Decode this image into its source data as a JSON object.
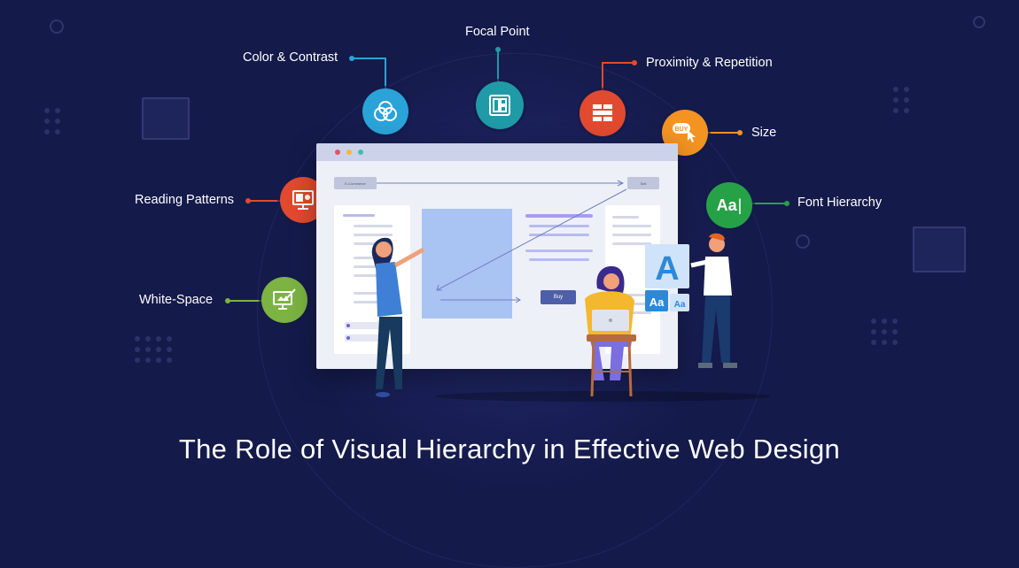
{
  "title": "The Role of Visual Hierarchy in Effective Web Design",
  "labels": {
    "color_contrast": "Color & Contrast",
    "focal_point": "Focal Point",
    "proximity_repetition": "Proximity & Repetition",
    "size": "Size",
    "reading_patterns": "Reading Patterns",
    "font_hierarchy": "Font Hierarchy",
    "white_space": "White-Space"
  },
  "browser": {
    "search_pill": "E-Commerce",
    "nav_pill": "Sell",
    "buy_button": "Buy"
  },
  "icons": {
    "size_badge": "BUY",
    "font_badge": "Aa",
    "big_letter": "A",
    "small_letter_1": "Aa",
    "small_letter_2": "Aa"
  },
  "colors": {
    "background": "#141a4a",
    "color_contrast": "#2aa3d8",
    "focal_point": "#1f9aa6",
    "proximity_repetition": "#e24a2f",
    "size": "#f39322",
    "reading_patterns": "#e24a2f",
    "font_hierarchy": "#27a148",
    "white_space": "#7cb342"
  }
}
